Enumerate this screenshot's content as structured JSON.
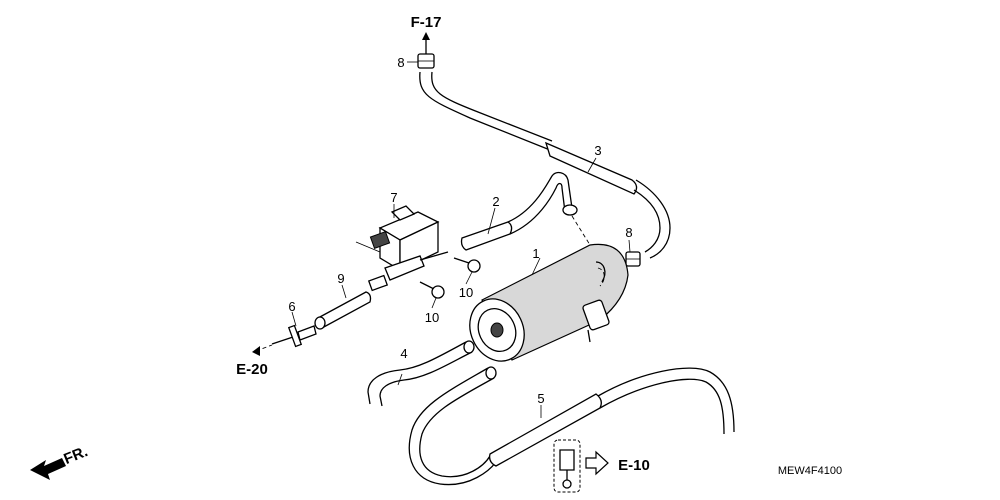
{
  "diagram": {
    "callouts": {
      "c1": "1",
      "c2": "2",
      "c3": "3",
      "c4": "4",
      "c5": "5",
      "c6": "6",
      "c7": "7",
      "c8_top": "8",
      "c8_right": "8",
      "c9": "9",
      "c10_upper": "10",
      "c10_lower": "10"
    },
    "references": {
      "f17": "F-17",
      "e20": "E-20",
      "e10": "E-10",
      "fr": "FR."
    },
    "diagram_code": "MEW4F4100"
  }
}
